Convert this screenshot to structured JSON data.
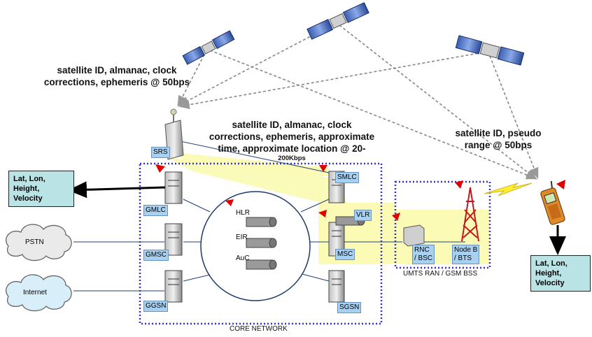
{
  "annotations": {
    "sat_top_left": [
      "satellite ID, almanac, clock",
      "corrections, ephemeris @ 50bps"
    ],
    "sat_mid": [
      "satellite ID, almanac, clock",
      "corrections, ephemeris, approximate",
      "time, approximate location @ 20-",
      "200Kbps"
    ],
    "sat_right": [
      "satellite ID, pseudo",
      "range @ 50bps"
    ]
  },
  "nodes": {
    "srs": "SRS",
    "gmlc": "GMLC",
    "gmsc": "GMSC",
    "ggsn": "GGSN",
    "smlc": "SMLC",
    "vlr": "VLR",
    "msc": "MSC",
    "sgsn": "SGSN",
    "rnc": [
      "RNC",
      "/ BSC"
    ],
    "nodeb": [
      "Node B",
      "/ BTS"
    ]
  },
  "databases": {
    "hlr": "HLR",
    "eir": "EIR",
    "auc": "AuC"
  },
  "clouds": {
    "pstn": "PSTN",
    "internet": "Internet"
  },
  "output_left": [
    "Lat, Lon,",
    "Height,",
    "Velocity"
  ],
  "output_right": [
    "Lat, Lon,",
    "Height,",
    "Velocity"
  ],
  "regions": {
    "core": "CORE NETWORK",
    "ran": "UMTS RAN / GSM BSS"
  },
  "colors": {
    "dotted_border": "#3333cc",
    "highlight": "#fbfbb5",
    "arrow_red": "#e00000"
  }
}
